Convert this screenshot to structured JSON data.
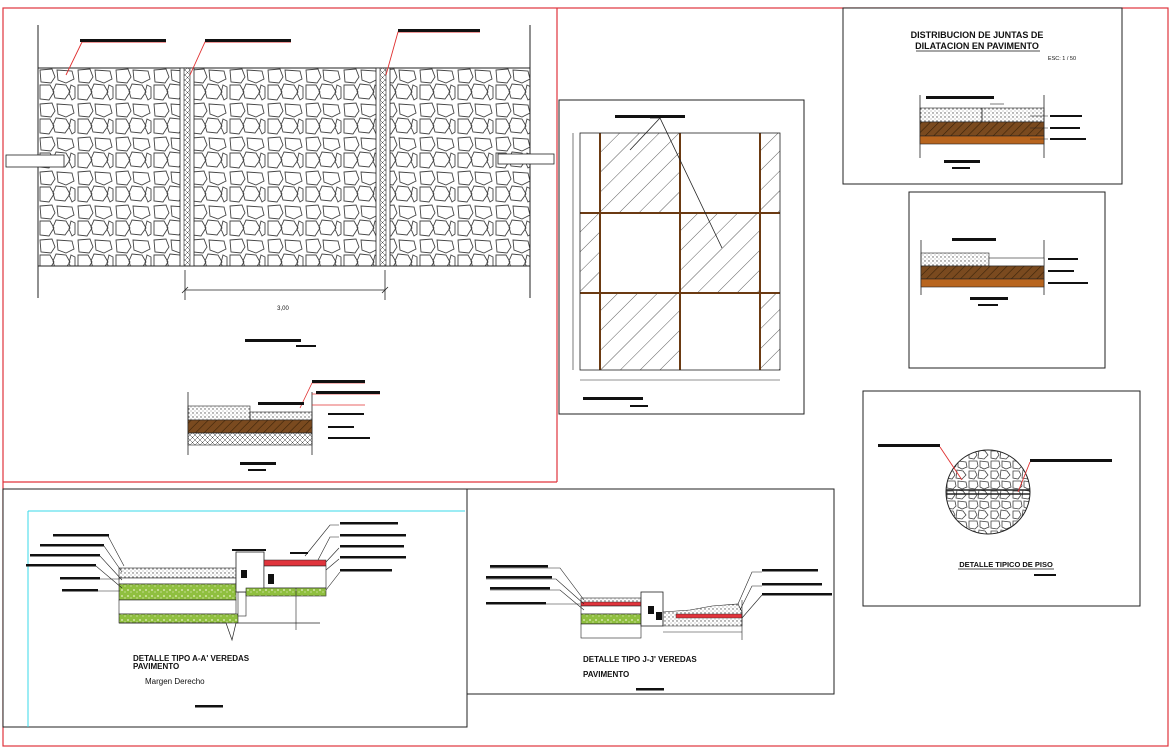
{
  "drawing": {
    "dimension_label": "3,00",
    "title_distribucion_line1": "DISTRIBUCION DE JUNTAS DE",
    "title_distribucion_line2": "DILATACION EN PAVIMENTO",
    "scale_label": "ESC: 1 / 50",
    "title_detalle_piso": "DETALLE TIPICO DE PISO",
    "title_aa_line1": "DETALLE    TIPO A-A'  VEREDAS",
    "title_aa_line2": "PAVIMENTO",
    "subtitle_margen": "Margen Derecho",
    "title_jj_line1": "DETALLE    TIPO J-J'  VEREDAS",
    "title_jj_line2": "PAVIMENTO"
  },
  "colors": {
    "frame": "#e0343c",
    "line": "#222222",
    "brown_layer": "#8b5a2b",
    "orange_layer": "#b8651e",
    "green_fill": "#8fbf3f",
    "cyan_viewport": "#38d8e8",
    "leader_red": "#e03030"
  }
}
